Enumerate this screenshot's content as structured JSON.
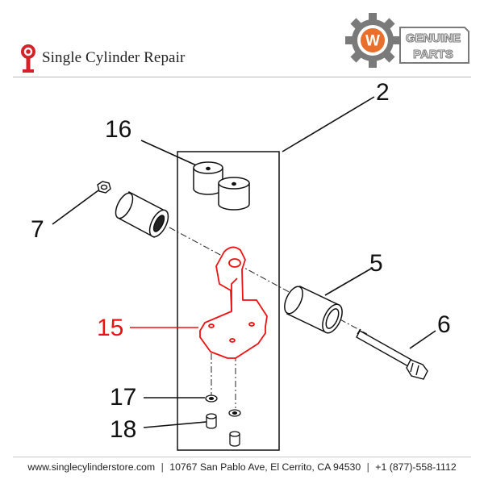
{
  "header": {
    "brand_name": "Single Cylinder Repair",
    "logo_icon": "scr-logo-icon",
    "badge_icon": "gear-icon",
    "badge_letter": "W",
    "badge_line1": "GENUINE",
    "badge_line2": "PARTS"
  },
  "colors": {
    "highlight": "#ee1111",
    "line": "#111111",
    "badge_gray": "#7a7a7a",
    "brand_red": "#d2232a"
  },
  "diagram": {
    "callouts": [
      "2",
      "16",
      "7",
      "5",
      "15",
      "6",
      "17",
      "18"
    ],
    "highlighted_part": "15"
  },
  "footer": {
    "website": "www.singlecylinderstore.com",
    "address": "10767 San Pablo Ave, El Cerrito, CA 94530",
    "phone": "+1 (877)-558-1112",
    "separator": "|"
  }
}
